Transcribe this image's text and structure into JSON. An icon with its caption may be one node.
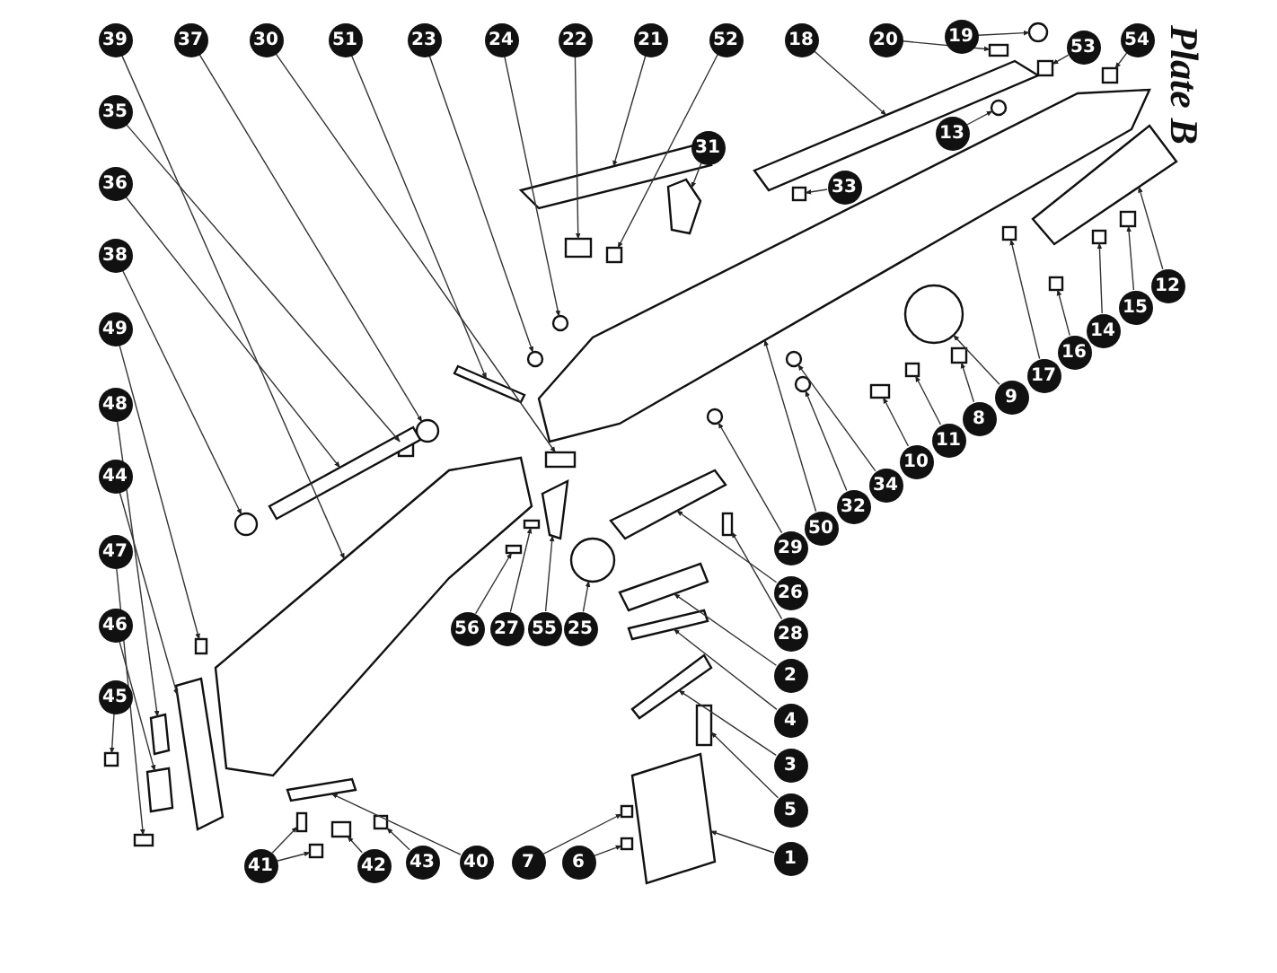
{
  "diagram": {
    "title": "Plate B",
    "nodes": [
      {
        "text": [
          "39"
        ]
      },
      {
        "text": [
          "37"
        ]
      },
      {
        "text": [
          "30"
        ]
      },
      {
        "text": [
          "51"
        ]
      },
      {
        "text": [
          "23"
        ]
      },
      {
        "text": [
          "24"
        ]
      },
      {
        "text": [
          "22"
        ]
      },
      {
        "text": [
          "21"
        ]
      },
      {
        "text": [
          "52"
        ]
      },
      {
        "text": [
          "18"
        ]
      },
      {
        "text": [
          "20"
        ]
      },
      {
        "text": [
          "19"
        ]
      },
      {
        "text": [
          "54"
        ]
      },
      {
        "text": [
          "53"
        ]
      },
      {
        "text": [
          "13"
        ]
      },
      {
        "text": [
          "31"
        ]
      },
      {
        "text": [
          "33"
        ]
      },
      {
        "text": [
          "35"
        ]
      },
      {
        "text": [
          "36"
        ]
      },
      {
        "text": [
          "38"
        ]
      },
      {
        "text": [
          "49"
        ]
      },
      {
        "text": [
          "48"
        ]
      },
      {
        "text": [
          "44"
        ]
      },
      {
        "text": [
          "47"
        ]
      },
      {
        "text": [
          "46"
        ]
      },
      {
        "text": [
          "45"
        ]
      },
      {
        "text": [
          "12"
        ]
      },
      {
        "text": [
          "15"
        ]
      },
      {
        "text": [
          "14"
        ]
      },
      {
        "text": [
          "16"
        ]
      },
      {
        "text": [
          "17"
        ]
      },
      {
        "text": [
          "9"
        ]
      },
      {
        "text": [
          "8"
        ]
      },
      {
        "text": [
          "11"
        ]
      },
      {
        "text": [
          "10"
        ]
      },
      {
        "text": [
          "34"
        ]
      },
      {
        "text": [
          "32"
        ]
      },
      {
        "text": [
          "50"
        ]
      },
      {
        "text": [
          "29"
        ]
      },
      {
        "text": [
          "26"
        ]
      },
      {
        "text": [
          "28"
        ]
      },
      {
        "text": [
          "2"
        ]
      },
      {
        "text": [
          "4"
        ]
      },
      {
        "text": [
          "3"
        ]
      },
      {
        "text": [
          "5"
        ]
      },
      {
        "text": [
          "1"
        ]
      },
      {
        "text": [
          "56"
        ]
      },
      {
        "text": [
          "27"
        ]
      },
      {
        "text": [
          "55"
        ]
      },
      {
        "text": [
          "25"
        ]
      },
      {
        "text": [
          "41"
        ]
      },
      {
        "text": [
          "42"
        ]
      },
      {
        "text": [
          "43"
        ]
      },
      {
        "text": [
          "40"
        ]
      },
      {
        "text": [
          "7"
        ]
      },
      {
        "text": [
          "6"
        ]
      },
      {
        "text": [],
        "shape": "bar"
      },
      {
        "text": [],
        "shape": "circle"
      },
      {
        "text": [],
        "shape": "box"
      },
      {
        "text": [],
        "shape": "bar"
      },
      {
        "text": [],
        "shape": "circle"
      },
      {
        "text": [],
        "shape": "circle"
      },
      {
        "text": [],
        "shape": "box"
      },
      {
        "text": [],
        "shape": "bar"
      },
      {
        "text": [],
        "shape": "box"
      },
      {
        "text": [],
        "shape": "bar"
      },
      {
        "text": [],
        "shape": "box"
      },
      {
        "text": [],
        "shape": "circle"
      },
      {
        "text": [],
        "shape": "box"
      },
      {
        "text": [],
        "shape": "box"
      },
      {
        "text": [],
        "shape": "circle"
      },
      {
        "text": [],
        "shape": "bar"
      },
      {
        "text": [],
        "shape": "box"
      },
      {
        "text": [],
        "shape": "box"
      },
      {
        "text": [],
        "shape": "bar"
      },
      {
        "text": [],
        "shape": "circle"
      },
      {
        "text": [],
        "shape": "box"
      },
      {
        "text": [],
        "shape": "bar"
      },
      {
        "text": [],
        "shape": "bar"
      },
      {
        "text": [],
        "shape": "box"
      },
      {
        "text": [],
        "shape": "bar"
      },
      {
        "text": [],
        "shape": "box"
      },
      {
        "text": [],
        "shape": "bar"
      },
      {
        "text": [],
        "shape": "box"
      },
      {
        "text": [],
        "shape": "box"
      },
      {
        "text": [],
        "shape": "box"
      },
      {
        "text": [],
        "shape": "box"
      },
      {
        "text": [],
        "shape": "circle"
      },
      {
        "text": [],
        "shape": "box"
      },
      {
        "text": [],
        "shape": "box"
      },
      {
        "text": [],
        "shape": "box"
      },
      {
        "text": [],
        "shape": "circle"
      },
      {
        "text": [],
        "shape": "circle"
      },
      {
        "text": [],
        "shape": "bar"
      },
      {
        "text": [],
        "shape": "circle"
      },
      {
        "text": [],
        "shape": "bar"
      },
      {
        "text": [],
        "shape": "box"
      },
      {
        "text": [],
        "shape": "bar"
      },
      {
        "text": [],
        "shape": "bar"
      },
      {
        "text": [],
        "shape": "bar"
      },
      {
        "text": [],
        "shape": "box"
      },
      {
        "text": [],
        "shape": "bar"
      },
      {
        "text": [],
        "shape": "box"
      },
      {
        "text": [],
        "shape": "box"
      },
      {
        "text": [],
        "shape": "bar"
      },
      {
        "text": [],
        "shape": "circle"
      },
      {
        "text": [],
        "shape": "box"
      },
      {
        "text": [],
        "shape": "box"
      },
      {
        "text": [],
        "shape": "box"
      },
      {
        "text": [],
        "shape": "box"
      },
      {
        "text": [],
        "shape": "bar"
      },
      {
        "text": [],
        "shape": "box"
      },
      {
        "text": [],
        "shape": "box"
      }
    ],
    "edges": [
      {
        "from": 0,
        "to": 56,
        "arrow": "to"
      },
      {
        "from": 1,
        "to": 57,
        "arrow": "to"
      },
      {
        "from": 2,
        "to": 58,
        "arrow": "to"
      },
      {
        "from": 3,
        "to": 59,
        "arrow": "to"
      },
      {
        "from": 4,
        "to": 60,
        "arrow": "to"
      },
      {
        "from": 5,
        "to": 61,
        "arrow": "to"
      },
      {
        "from": 6,
        "to": 62,
        "arrow": "to"
      },
      {
        "from": 7,
        "to": 63,
        "arrow": "to"
      },
      {
        "from": 8,
        "to": 64,
        "arrow": "to"
      },
      {
        "from": 9,
        "to": 65,
        "arrow": "to"
      },
      {
        "from": 10,
        "to": 66,
        "arrow": "to"
      },
      {
        "from": 11,
        "to": 67,
        "arrow": "to"
      },
      {
        "from": 12,
        "to": 68,
        "arrow": "to"
      },
      {
        "from": 13,
        "to": 69,
        "arrow": "to"
      },
      {
        "from": 14,
        "to": 70,
        "arrow": "to"
      },
      {
        "from": 15,
        "to": 71,
        "arrow": "to"
      },
      {
        "from": 16,
        "to": 72,
        "arrow": "to"
      },
      {
        "from": 17,
        "to": 73,
        "arrow": "to"
      },
      {
        "from": 18,
        "to": 74,
        "arrow": "to"
      },
      {
        "from": 19,
        "to": 75,
        "arrow": "to"
      },
      {
        "from": 20,
        "to": 76,
        "arrow": "to"
      },
      {
        "from": 21,
        "to": 77,
        "arrow": "to"
      },
      {
        "from": 22,
        "to": 78,
        "arrow": "to"
      },
      {
        "from": 23,
        "to": 79,
        "arrow": "to"
      },
      {
        "from": 24,
        "to": 80,
        "arrow": "to"
      },
      {
        "from": 25,
        "to": 81,
        "arrow": "to"
      },
      {
        "from": 26,
        "to": 82,
        "arrow": "to"
      },
      {
        "from": 27,
        "to": 83,
        "arrow": "to"
      },
      {
        "from": 28,
        "to": 84,
        "arrow": "to"
      },
      {
        "from": 29,
        "to": 85,
        "arrow": "to"
      },
      {
        "from": 30,
        "to": 86,
        "arrow": "to"
      },
      {
        "from": 31,
        "to": 87,
        "arrow": "to"
      },
      {
        "from": 32,
        "to": 88,
        "arrow": "to"
      },
      {
        "from": 33,
        "to": 89,
        "arrow": "to"
      },
      {
        "from": 34,
        "to": 90,
        "arrow": "to"
      },
      {
        "from": 35,
        "to": 91,
        "arrow": "to"
      },
      {
        "from": 36,
        "to": 92,
        "arrow": "to"
      },
      {
        "from": 37,
        "to": 93,
        "arrow": "to"
      },
      {
        "from": 38,
        "to": 94,
        "arrow": "to"
      },
      {
        "from": 39,
        "to": 95,
        "arrow": "to"
      },
      {
        "from": 40,
        "to": 96,
        "arrow": "to"
      },
      {
        "from": 41,
        "to": 97,
        "arrow": "to"
      },
      {
        "from": 42,
        "to": 98,
        "arrow": "to"
      },
      {
        "from": 43,
        "to": 99,
        "arrow": "to"
      },
      {
        "from": 44,
        "to": 100,
        "arrow": "to"
      },
      {
        "from": 45,
        "to": 101,
        "arrow": "to"
      },
      {
        "from": 46,
        "to": 102,
        "arrow": "to"
      },
      {
        "from": 47,
        "to": 103,
        "arrow": "to"
      },
      {
        "from": 48,
        "to": 104,
        "arrow": "to"
      },
      {
        "from": 49,
        "to": 105,
        "arrow": "to"
      },
      {
        "from": 50,
        "to": 106,
        "arrow": "to"
      },
      {
        "from": 50,
        "to": 107,
        "arrow": "to"
      },
      {
        "from": 51,
        "to": 108,
        "arrow": "to"
      },
      {
        "from": 52,
        "to": 109,
        "arrow": "to"
      },
      {
        "from": 53,
        "to": 110,
        "arrow": "to"
      },
      {
        "from": 54,
        "to": 111,
        "arrow": "to"
      },
      {
        "from": 55,
        "to": 112,
        "arrow": "to"
      }
    ]
  }
}
